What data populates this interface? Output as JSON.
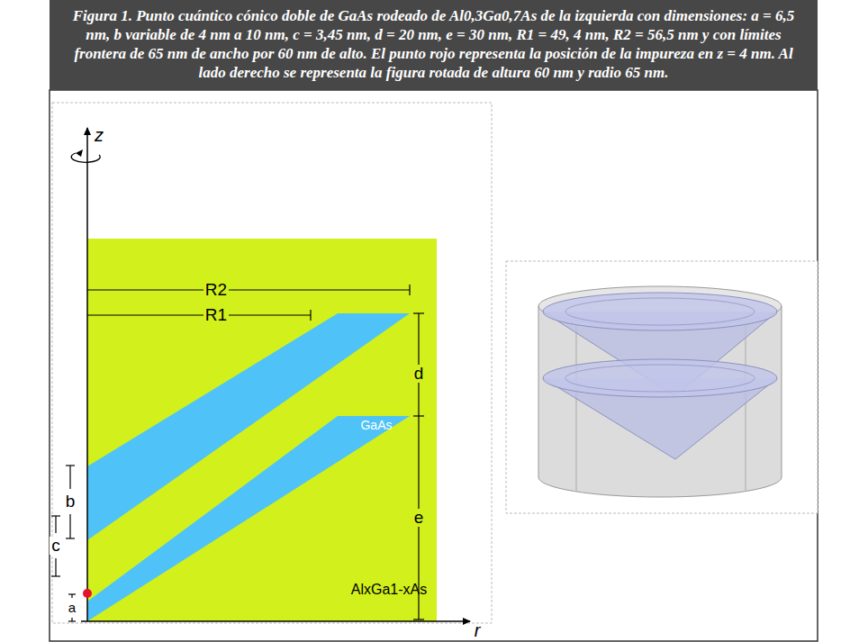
{
  "diagram": {
    "caption": "Figura 1. Punto cuántico cónico doble de GaAs rodeado de Al0,3Ga0,7As de la izquierda con dimensiones: a = 6,5 nm, b variable de 4 nm a 10 nm, c = 3,45 nm, d = 20 nm, e = 30 nm, R1 = 49, 4 nm, R2 = 56,5 nm y con límites frontera de 65 nm de ancho por 60 nm de alto. El punto rojo representa la posición de la impureza en z = 4 nm. Al lado derecho se representa la figura rotada de altura 60 nm y radio 65 nm.",
    "labels": [
      "z",
      "r",
      "R2",
      "R1",
      "b",
      "c",
      "a",
      "d",
      "e",
      "GaAs",
      "AlxGa1-xAs"
    ]
  }
}
